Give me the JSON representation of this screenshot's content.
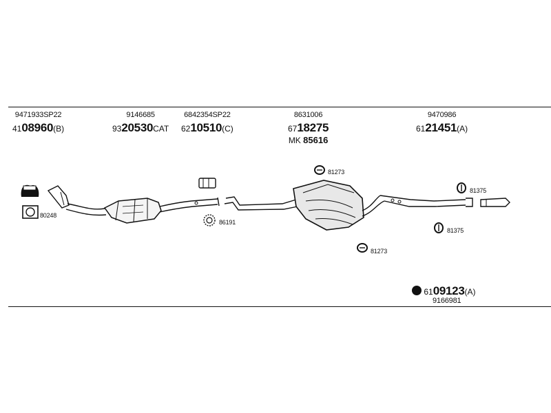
{
  "parts": [
    {
      "ref": "9471933SP22",
      "prefix": "41",
      "num": "08960",
      "suffix": "(B)"
    },
    {
      "ref": "9146685",
      "prefix": "93",
      "num": "20530",
      "suffix": "CAT"
    },
    {
      "ref": "6842354SP22",
      "prefix": "62",
      "num": "10510",
      "suffix": "(C)"
    },
    {
      "ref": "8631006",
      "prefix": "67",
      "num": "18275",
      "suffix": "",
      "mk_prefix": "MK",
      "mk_num": "85616"
    },
    {
      "ref": "9470986",
      "prefix": "61",
      "num": "21451",
      "suffix": "(A)"
    }
  ],
  "fittings": {
    "gasket": "80248",
    "clamp": "86191",
    "hanger_top": "81273",
    "hanger_bottom": "81273",
    "tail_hanger_top": "81375",
    "tail_hanger_bottom": "81375"
  },
  "kit": {
    "prefix": "61",
    "num": "09123",
    "suffix": "(A)",
    "ref": "9166981"
  }
}
